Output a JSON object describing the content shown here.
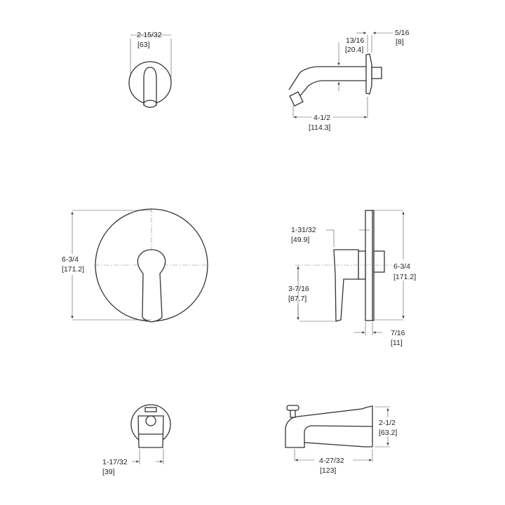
{
  "dimensions": {
    "shower_head_front": {
      "in": "2-15/32",
      "mm": "[63]"
    },
    "shower_arm_height": {
      "in": "13/16",
      "mm": "[20.4]"
    },
    "shower_flange_depth": {
      "in": "5/16",
      "mm": "[8]"
    },
    "shower_arm_length": {
      "in": "4-1/2",
      "mm": "[114.3]"
    },
    "valve_front_diameter": {
      "in": "6-3/4",
      "mm": "[171.2]"
    },
    "valve_handle_depth": {
      "in": "1-31/32",
      "mm": "[49.9]"
    },
    "valve_handle_height": {
      "in": "3-7/16",
      "mm": "[87.7]"
    },
    "valve_side_height": {
      "in": "6-3/4",
      "mm": "[171.2]"
    },
    "valve_plate_depth": {
      "in": "7/16",
      "mm": "[11]"
    },
    "spout_front_width": {
      "in": "1-17/32",
      "mm": "[39]"
    },
    "spout_height": {
      "in": "2-1/2",
      "mm": "[63.2]"
    },
    "spout_length": {
      "in": "4-27/32",
      "mm": "[123]"
    }
  }
}
